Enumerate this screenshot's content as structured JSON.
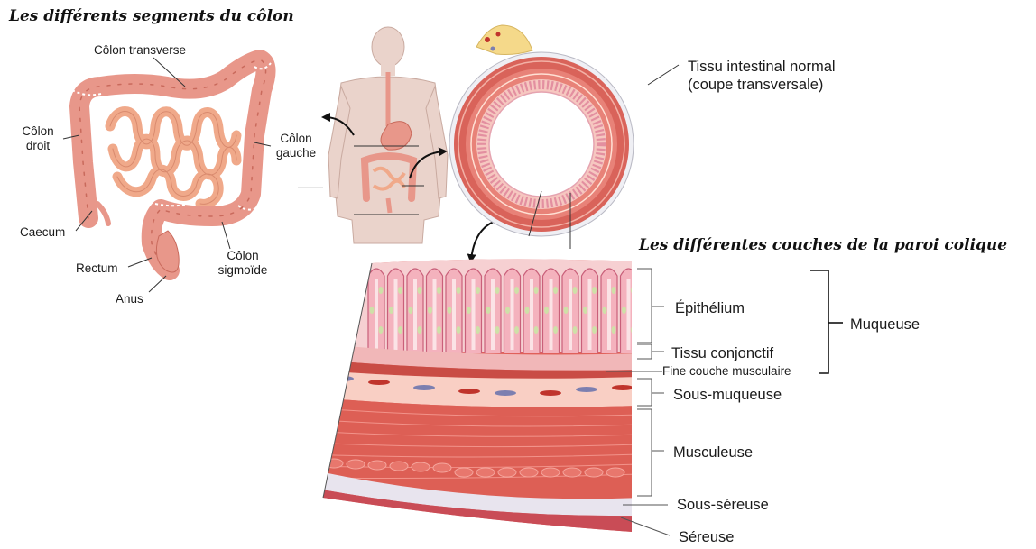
{
  "titles": {
    "segments": "Les différents segments du côlon",
    "layers": "Les différentes couches de la paroi colique"
  },
  "segments": {
    "transverse": "Côlon transverse",
    "droit": "Côlon\ndroit",
    "gauche": "Côlon\ngauche",
    "caecum": "Caecum",
    "rectum": "Rectum",
    "anus": "Anus",
    "sigmoide": "Côlon\nsigmoïde"
  },
  "cross_section": {
    "label": "Tissu intestinal normal\n(coupe transversale)"
  },
  "layers": {
    "epithelium": "Épithélium",
    "conjonctif": "Tissu conjonctif",
    "fine": "Fine couche musculaire",
    "muqueuse": "Muqueuse",
    "sous_muqueuse": "Sous-muqueuse",
    "musculeuse": "Musculeuse",
    "sous_sereuse": "Sous-séreuse",
    "sereuse": "Séreuse"
  },
  "colors": {
    "colon": "#e8978a",
    "colon_dark": "#c96a5c",
    "small_intestine": "#f0a98a",
    "body": "#ead3cb",
    "muscle": "#d9635a",
    "mucosa": "#f4c3c6",
    "serosa": "#e6e8f0"
  }
}
